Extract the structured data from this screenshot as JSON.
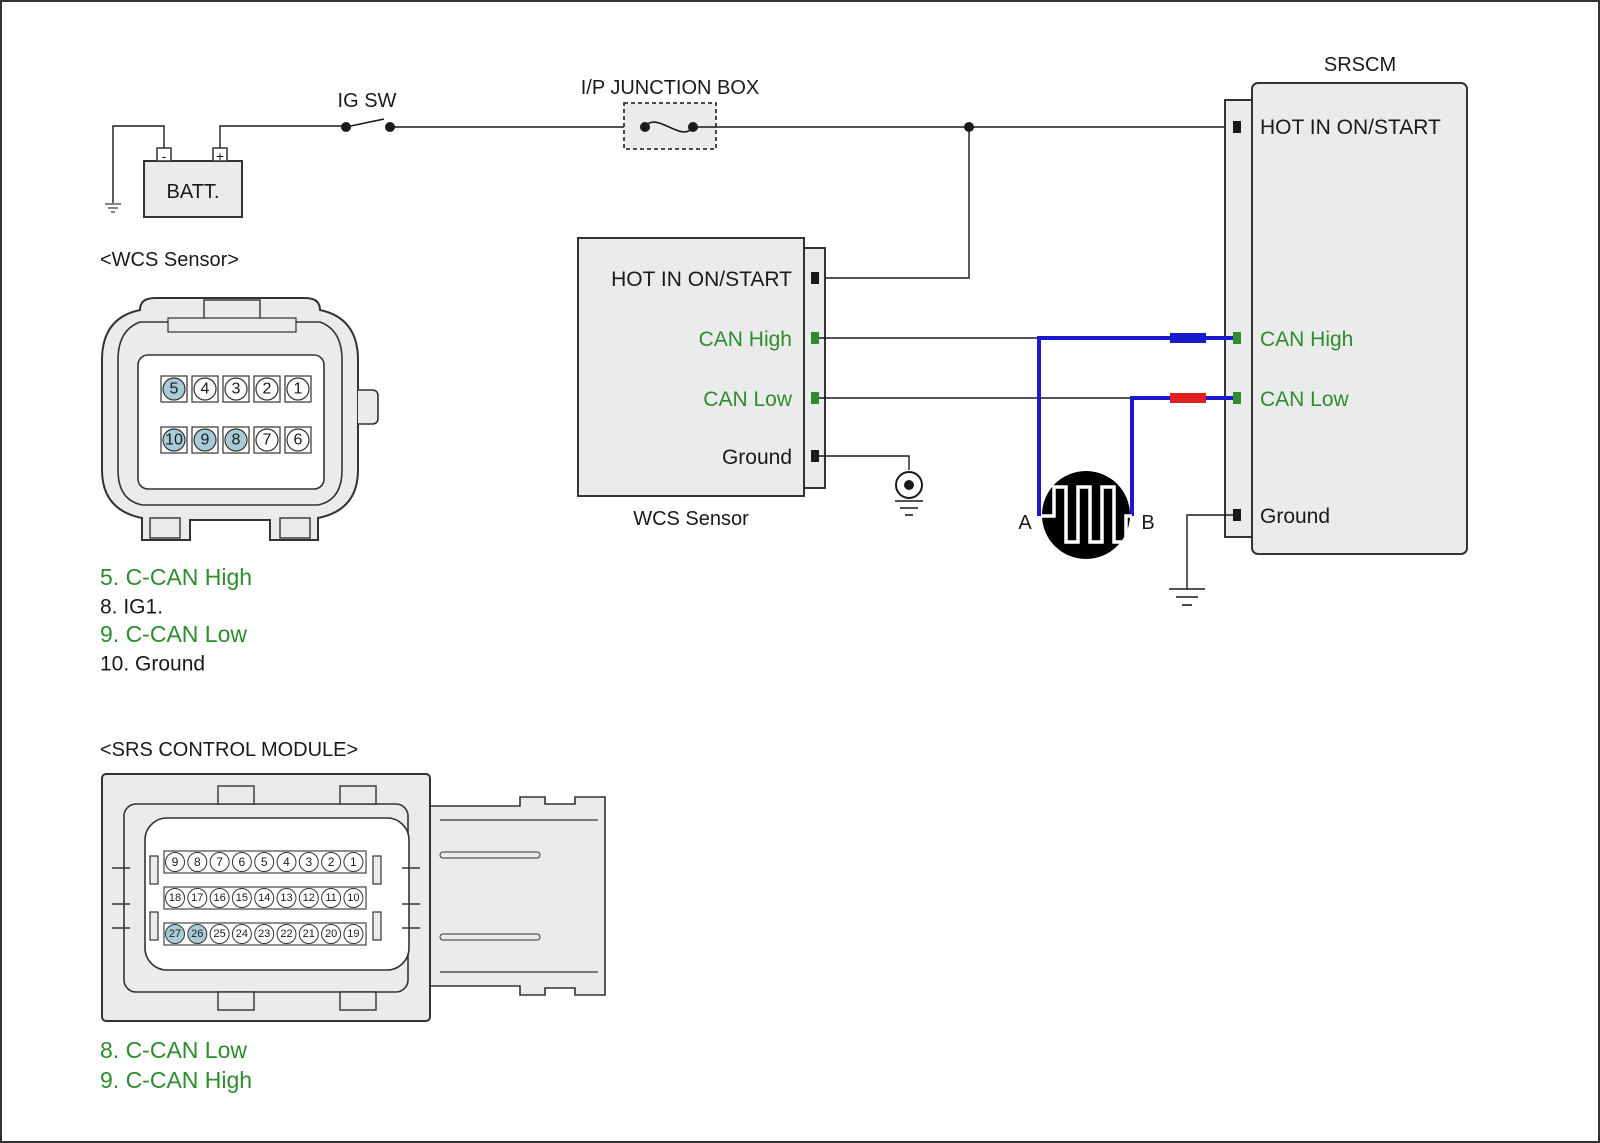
{
  "colors": {
    "can_high_text": "#2e8b2e",
    "can_wire": "#1a1acc",
    "can_low_marker": "#e02020",
    "pin_highlight": "#a8ccd6",
    "module_fill": "#e9eceb"
  },
  "icons": [
    "battery-icon",
    "switch-icon",
    "fuse-icon",
    "ground-icon",
    "resistor-icon",
    "connector-icon"
  ],
  "battery": {
    "label": "BATT.",
    "neg": "-",
    "pos": "+"
  },
  "ig_sw": {
    "label": "IG SW"
  },
  "junction_box": {
    "label": "I/P JUNCTION BOX"
  },
  "srscm": {
    "title": "SRSCM",
    "pins": {
      "hot": "HOT IN ON/START",
      "can_high": "CAN High",
      "can_low": "CAN Low",
      "ground": "Ground"
    }
  },
  "wcs_module": {
    "caption": "WCS Sensor",
    "pins": {
      "hot": "HOT IN ON/START",
      "can_high": "CAN High",
      "can_low": "CAN Low",
      "ground": "Ground"
    }
  },
  "resistor": {
    "a": "A",
    "b": "B"
  },
  "wcs_connector": {
    "title": "<WCS Sensor>",
    "top_row": [
      "5",
      "4",
      "3",
      "2",
      "1"
    ],
    "bottom_row": [
      "10",
      "9",
      "8",
      "7",
      "6"
    ],
    "highlighted": [
      "5",
      "10",
      "9",
      "8"
    ],
    "legend": [
      {
        "text": "5. C-CAN High",
        "green": true
      },
      {
        "text": "8. IG1.",
        "green": false
      },
      {
        "text": "9. C-CAN Low",
        "green": true
      },
      {
        "text": "10. Ground",
        "green": false
      }
    ]
  },
  "srs_connector": {
    "title": "<SRS CONTROL MODULE>",
    "row1": [
      "9",
      "8",
      "7",
      "6",
      "5",
      "4",
      "3",
      "2",
      "1"
    ],
    "row2": [
      "18",
      "17",
      "16",
      "15",
      "14",
      "13",
      "12",
      "11",
      "10"
    ],
    "row3": [
      "27",
      "26",
      "25",
      "24",
      "23",
      "22",
      "21",
      "20",
      "19"
    ],
    "highlighted": [
      "27",
      "26"
    ],
    "legend": [
      {
        "text": "8. C-CAN Low",
        "green": true
      },
      {
        "text": "9. C-CAN High",
        "green": true
      }
    ]
  }
}
